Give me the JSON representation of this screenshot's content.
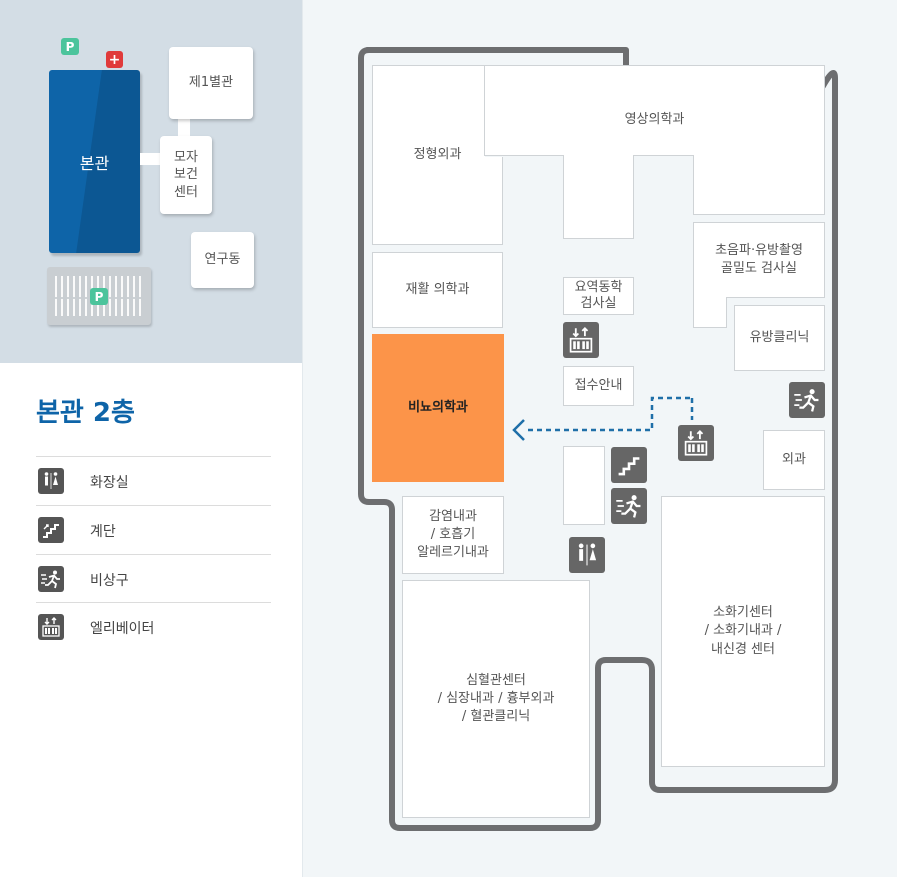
{
  "mini_map": {
    "main_building": "본관",
    "annex1": "제1별관",
    "maternity_lines": [
      "모자",
      "보건",
      "센터"
    ],
    "research": "연구동",
    "parking_badge": "P",
    "parking_lot_badge": "P",
    "hospital_badge": "+"
  },
  "legend": {
    "floor_title": "본관 2층",
    "items": [
      {
        "label": "화장실",
        "icon": "restroom-icon"
      },
      {
        "label": "계단",
        "icon": "stairs-icon"
      },
      {
        "label": "비상구",
        "icon": "emergency-exit-icon"
      },
      {
        "label": "엘리베이터",
        "icon": "elevator-icon"
      }
    ]
  },
  "rooms": {
    "orthopedics": "정형외과",
    "radiology": "영상의학과",
    "rehab": "재활 의학과",
    "urodynamics_lines": [
      "요역동학",
      "검사실"
    ],
    "ultrasound_lines": [
      "초음파·유방촬영",
      "골밀도 검사실"
    ],
    "breast_clinic": "유방클리닉",
    "urology": "비뇨의학과",
    "reception": "접수안내",
    "surgery": "외과",
    "infection_lines": [
      "감염내과",
      "/ 호흡기",
      "알레르기내과"
    ],
    "digestive_lines": [
      "소화기센터",
      "/ 소화기내과 /",
      "내신경 센터"
    ],
    "cardio_lines": [
      "심혈관센터",
      "/ 심장내과 / 흉부외과",
      "/ 혈관클리닉"
    ]
  },
  "colors": {
    "main_building": "#0e64a8",
    "highlight": "#fc9449",
    "route": "#1f6fa8",
    "parking_badge": "#4cc49c",
    "hospital_badge": "#e03a3a",
    "wall": "#6d6e70"
  }
}
